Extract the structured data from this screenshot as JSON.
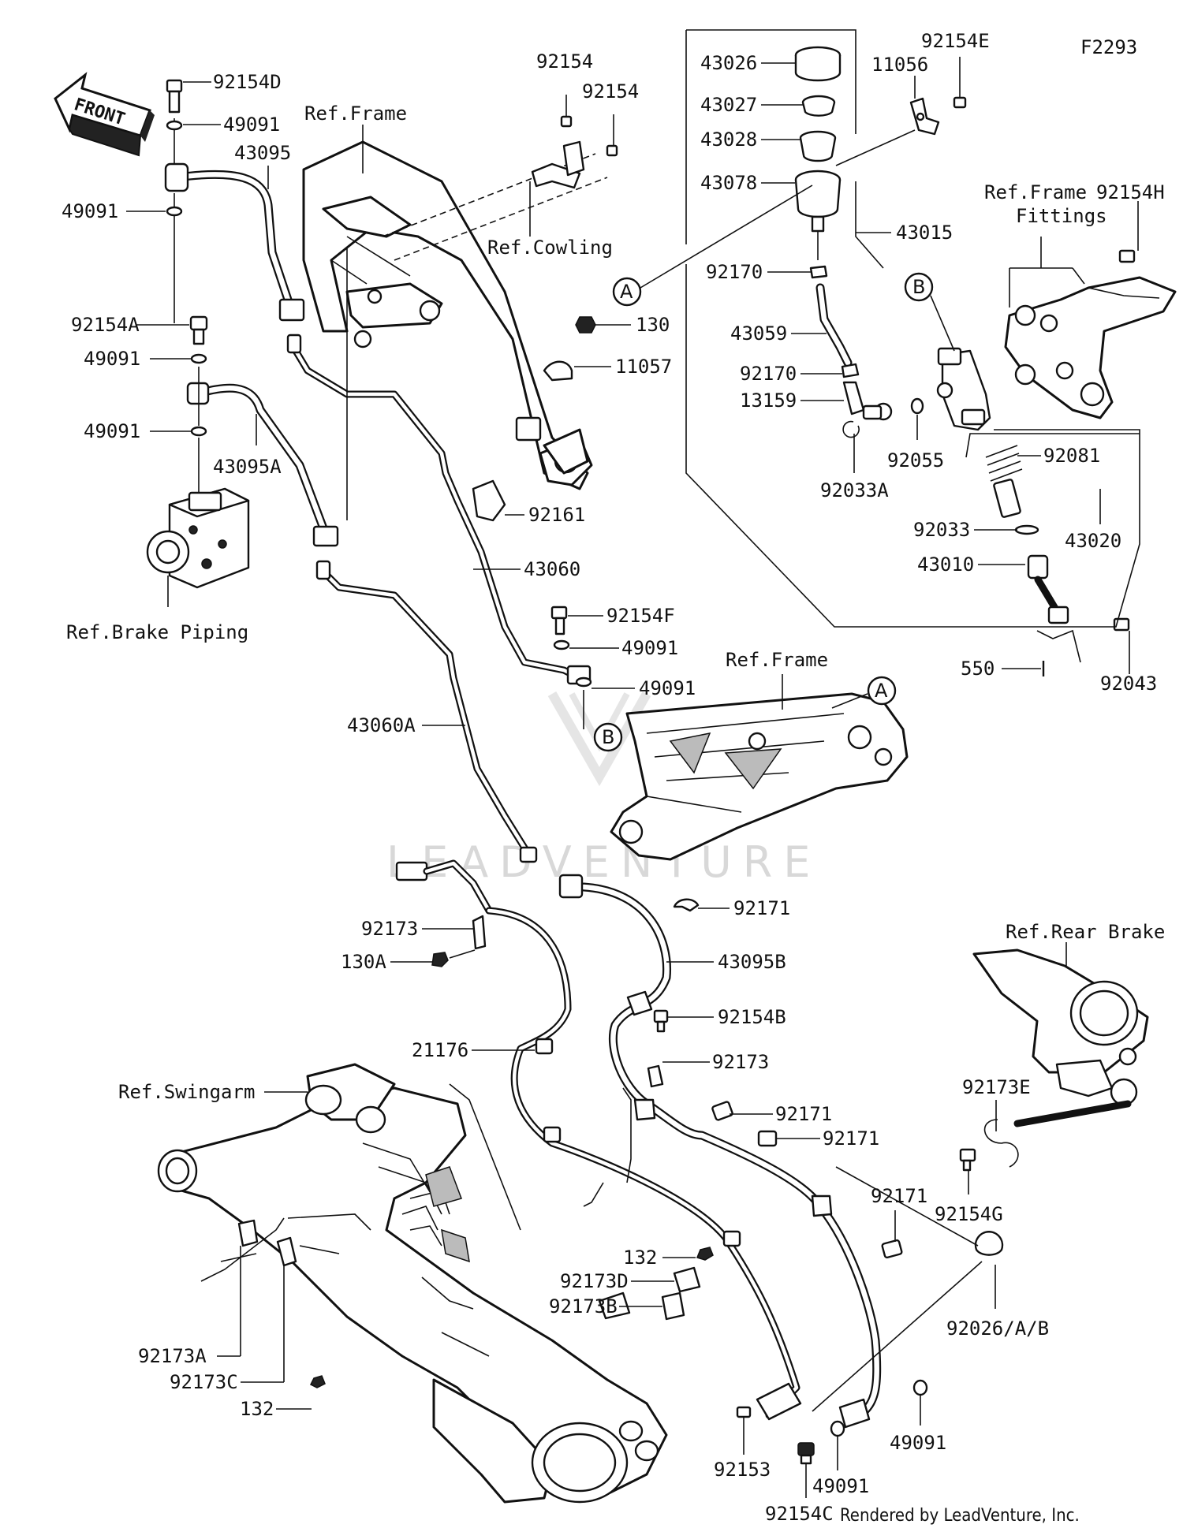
{
  "diagram_code": "F2293",
  "front_arrow": "FRONT",
  "watermark": "LEADVENTURE",
  "credit": "Rendered by LeadVenture, Inc.",
  "callouts": {
    "A": "A",
    "B": "B"
  },
  "labels": {
    "p92154D": "92154D",
    "p49091_a": "49091",
    "p43095": "43095",
    "p49091_b": "49091",
    "p92154A": "92154A",
    "p49091_c": "49091",
    "p49091_d": "49091",
    "p43095A": "43095A",
    "ref_brake_piping": "Ref.Brake Piping",
    "ref_frame_top": "Ref.Frame",
    "p92154_a": "92154",
    "p92154_b": "92154",
    "ref_cowling": "Ref.Cowling",
    "p130": "130",
    "p11057": "11057",
    "p92161": "92161",
    "p43060": "43060",
    "p92154F": "92154F",
    "p49091_e": "49091",
    "p49091_f": "49091",
    "p43060A": "43060A",
    "ref_frame_mid": "Ref.Frame",
    "p43026": "43026",
    "p43027": "43027",
    "p43028": "43028",
    "p43078": "43078",
    "p92170_a": "92170",
    "p43059": "43059",
    "p92170_b": "92170",
    "p13159": "13159",
    "p92033A": "92033A",
    "p92055": "92055",
    "p43015": "43015",
    "p92154E": "92154E",
    "p11056": "11056",
    "ref_frame_fittings_1": "Ref.Frame",
    "ref_frame_fittings_2": "Fittings",
    "p92154H": "92154H",
    "p92081": "92081",
    "p43020": "43020",
    "p92033": "92033",
    "p43010": "43010",
    "p550": "550",
    "p92043": "92043",
    "p92171_a": "92171",
    "p92173_a": "92173",
    "p130A": "130A",
    "p43095B": "43095B",
    "p92154B": "92154B",
    "p21176": "21176",
    "p92173_b": "92173",
    "ref_swingarm": "Ref.Swingarm",
    "p92171_b": "92171",
    "p92171_c": "92171",
    "p92171_d": "92171",
    "ref_rear_brake": "Ref.Rear Brake",
    "p92173E": "92173E",
    "p92154G": "92154G",
    "p132_a": "132",
    "p92173D": "92173D",
    "p92173B": "92173B",
    "p92026": "92026/A/B",
    "p92173A": "92173A",
    "p92173C": "92173C",
    "p132_b": "132",
    "p92153": "92153",
    "p49091_g": "49091",
    "p49091_h": "49091",
    "p92154C": "92154C"
  }
}
